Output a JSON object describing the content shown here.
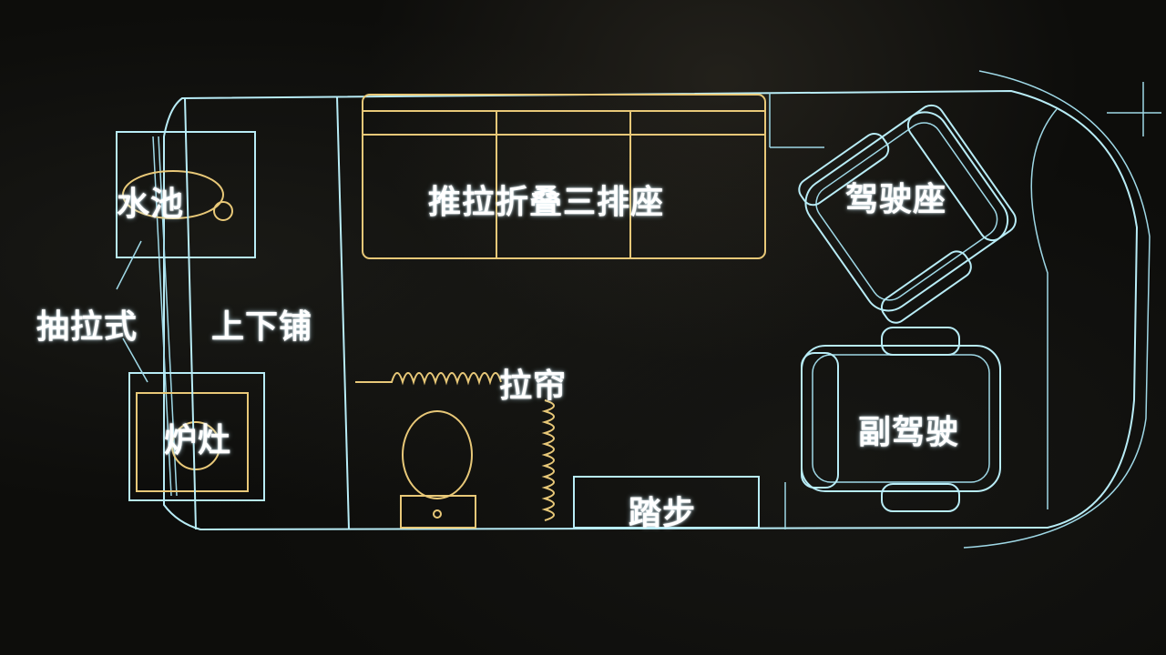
{
  "labels": {
    "sink": "水池",
    "pull_out": "抽拉式",
    "bunk": "上下铺",
    "stove": "炉灶",
    "bench": "推拉折叠三排座",
    "curtain": "拉帘",
    "step": "踏步",
    "driver": "驾驶座",
    "co_driver": "副驾驶"
  },
  "colors": {
    "outline": "#b8ecf6",
    "furniture": "#e8c878",
    "text": "#ffffff",
    "background": "#0d0d0b"
  }
}
